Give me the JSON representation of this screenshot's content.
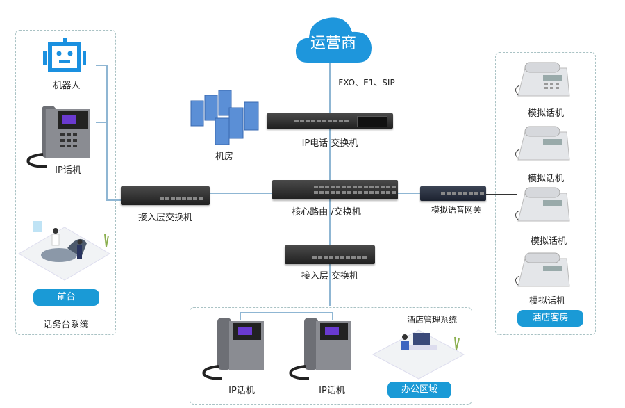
{
  "cloud": {
    "label": "运营商",
    "color": "#1e96dc"
  },
  "trunk_label": "FXO、E1、SIP",
  "pbx": {
    "label": "IP电话 交换机"
  },
  "server_room": {
    "label": "机房"
  },
  "core_switch": {
    "label": "核心路由 /交换机"
  },
  "access_switch_left": {
    "label": "接入层交换机"
  },
  "access_switch_bottom": {
    "label": "接入层 交换机"
  },
  "gateway": {
    "label": "模拟语音网关"
  },
  "left_group": {
    "robot_label": "机器人",
    "phone_label": "IP话机",
    "badge": "前台",
    "caption": "话务台系统"
  },
  "right_group": {
    "phones": [
      "模拟话机",
      "模拟话机",
      "模拟话机",
      "模拟话机"
    ],
    "badge": "酒店客房"
  },
  "bottom_group": {
    "phones": [
      "IP话机",
      "IP话机"
    ],
    "system_label": "酒店管理系统",
    "badge": "办公区域"
  },
  "colors": {
    "accent": "#1a9ad6",
    "line": "#8fb6d3",
    "dash": "#a9c2c4"
  }
}
